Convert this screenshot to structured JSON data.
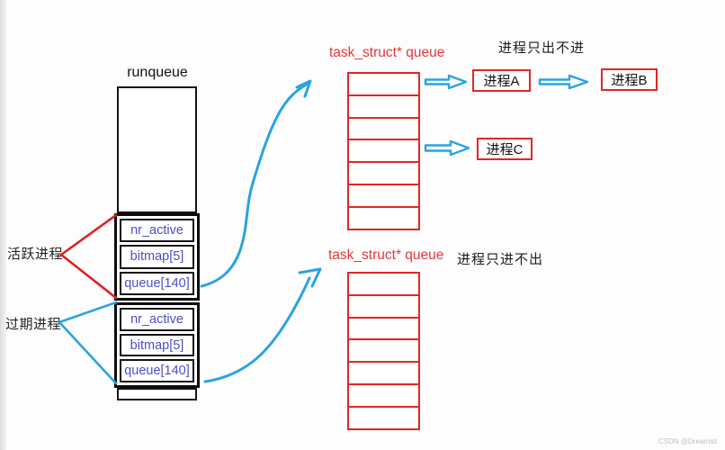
{
  "colors": {
    "red": "#e12626",
    "blue": "#2ba3e0",
    "field_text": "#4d4dc4",
    "ink": "#1c1c1c"
  },
  "runqueue": {
    "title": "runqueue",
    "active_fields": [
      "nr_active",
      "bitmap[5]",
      "queue[140]"
    ],
    "expired_fields": [
      "nr_active",
      "bitmap[5]",
      "queue[140]"
    ]
  },
  "side_labels": {
    "active": "活跃进程",
    "expired": "过期进程"
  },
  "queues": [
    {
      "title": "task_struct* queue",
      "note": "进程只出不进",
      "rows": 7
    },
    {
      "title": "task_struct* queue",
      "note": "进程只进不出",
      "rows": 7
    }
  ],
  "processes": {
    "a": "进程A",
    "b": "进程B",
    "c": "进程C"
  },
  "watermark": "CSDN @Dreamist"
}
